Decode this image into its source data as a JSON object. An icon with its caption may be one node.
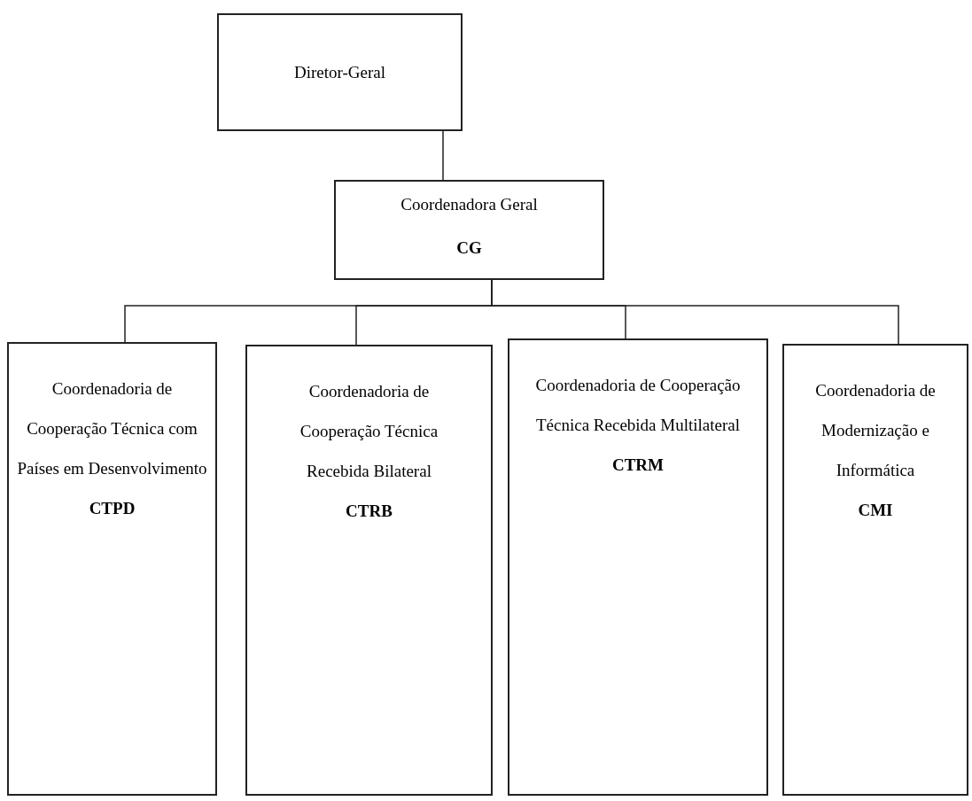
{
  "diagram": {
    "nodes": [
      {
        "text": [
          "Diretor-Geral"
        ]
      },
      {
        "text": [
          "Coordenadora Geral",
          "CG"
        ]
      },
      {
        "text": [
          "Coordenadoria de Cooperação Técnica com Países em Desenvolvimento",
          "CTPD"
        ]
      },
      {
        "text": [
          "Coordenadoria de Cooperação Técnica Recebida Bilateral",
          "CTRB"
        ]
      },
      {
        "text": [
          "Coordenadoria de Cooperação Técnica Recebida Multilateral",
          "CTRM"
        ]
      },
      {
        "text": [
          "Coordenadoria de Modernização e Informática",
          "CMI"
        ]
      }
    ],
    "edges": [
      {
        "from": 0,
        "to": 1,
        "arrow": "none"
      },
      {
        "from": 1,
        "to": 2,
        "arrow": "none"
      },
      {
        "from": 1,
        "to": 3,
        "arrow": "none"
      },
      {
        "from": 1,
        "to": 4,
        "arrow": "none"
      },
      {
        "from": 1,
        "to": 5,
        "arrow": "none"
      }
    ]
  }
}
